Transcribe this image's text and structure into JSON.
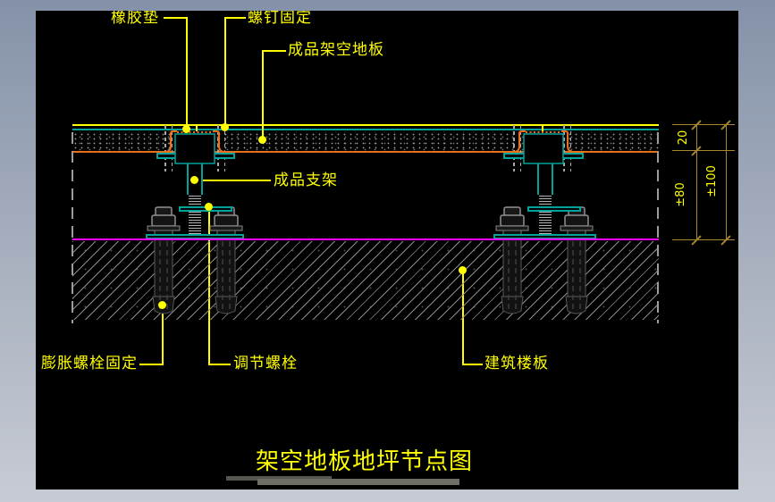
{
  "viewport": {
    "kind": "cad-model-space"
  },
  "drawing_title": "架空地板地坪节点图",
  "callouts": {
    "rubber_pad": "橡胶垫",
    "screw_fixing": "螺钉固定",
    "finished_raised_floor": "成品架空地板",
    "finished_support": "成品支架",
    "adjusting_bolt": "调节螺栓",
    "expansion_bolt_fixing": "膨胀螺栓固定",
    "building_slab": "建筑楼板"
  },
  "dimensions": {
    "floor_panel_thickness": "20",
    "pedestal_cavity_height": "±80",
    "overall_height": "±100"
  },
  "colors": {
    "yellow": "#ffff00",
    "teal": "#00a39c",
    "orange": "#e8701a",
    "magenta": "#ff00ff",
    "olive": "#a8862e",
    "black": "#000000"
  }
}
